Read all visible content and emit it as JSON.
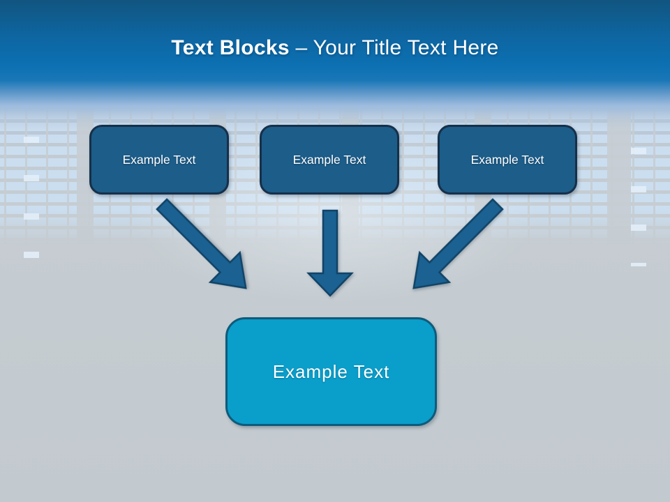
{
  "slide": {
    "title": {
      "bold": "Text Blocks",
      "rest": " – Your Title Text Here"
    },
    "top_boxes": [
      {
        "label": "Example Text"
      },
      {
        "label": "Example Text"
      },
      {
        "label": "Example Text"
      }
    ],
    "bottom_box": {
      "label": "Example Text"
    },
    "icons": {
      "arrows": [
        "arrow-down-right-icon",
        "arrow-down-icon",
        "arrow-down-left-icon"
      ]
    },
    "colors": {
      "header_blue_dark": "#115580",
      "header_blue": "#0C70B2",
      "background_gray": "#C3CACF",
      "tile_blue": "#CBDEF1",
      "top_box_fill": "#1C5D8A",
      "top_box_border": "#16304A",
      "bottom_box_fill": "#0A9ECB",
      "bottom_box_border": "#0E5B7B",
      "arrow_fill": "#1B6191",
      "arrow_border": "#114366",
      "text_white": "#FFFFFF"
    }
  }
}
